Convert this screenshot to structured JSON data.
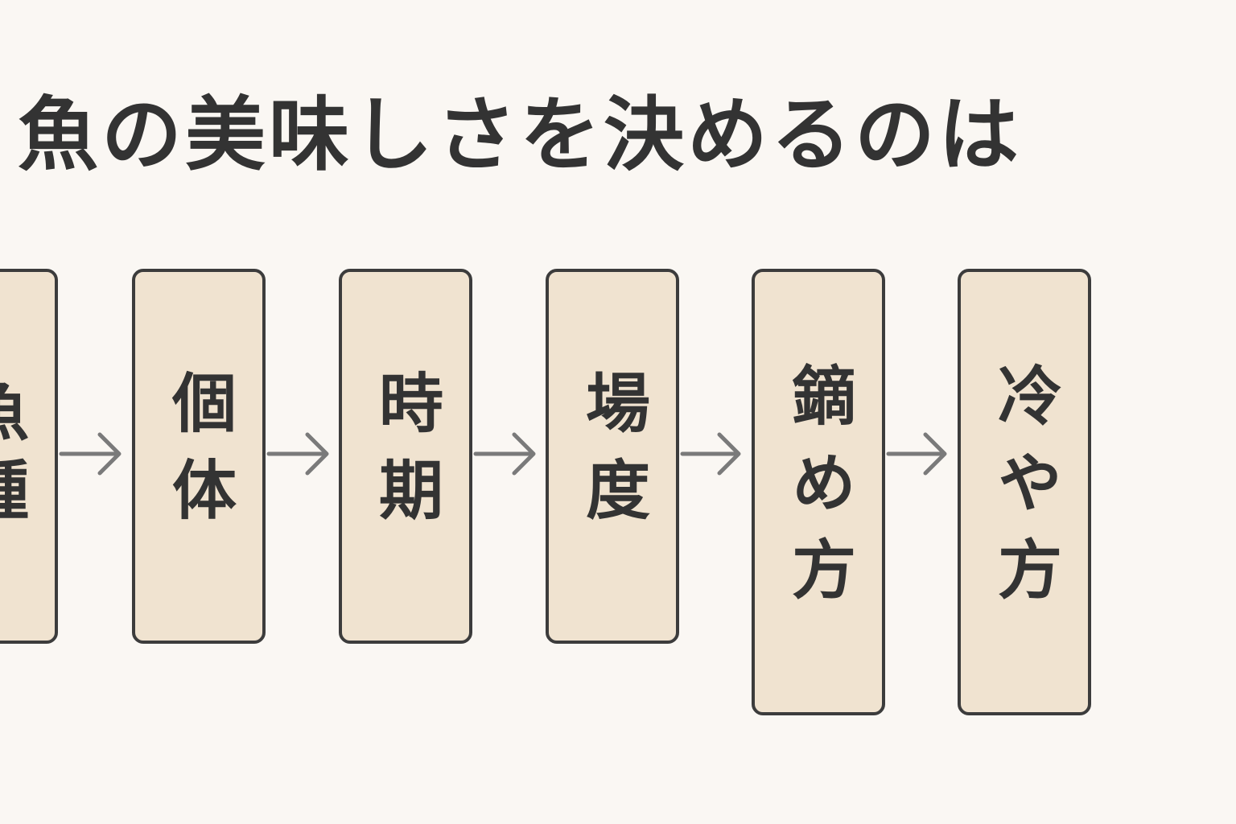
{
  "title": "魚の美味しさを決めるのは",
  "nodes": [
    {
      "label": "魚種"
    },
    {
      "label": "個体"
    },
    {
      "label": "時期"
    },
    {
      "label": "場度"
    },
    {
      "label": "鏑め方"
    },
    {
      "label": "冷や方"
    }
  ],
  "colors": {
    "background": "#faf7f3",
    "box_fill": "#f0e3d0",
    "box_border": "#3c3c3c",
    "text": "#333333",
    "arrow": "#7a7a7a"
  }
}
